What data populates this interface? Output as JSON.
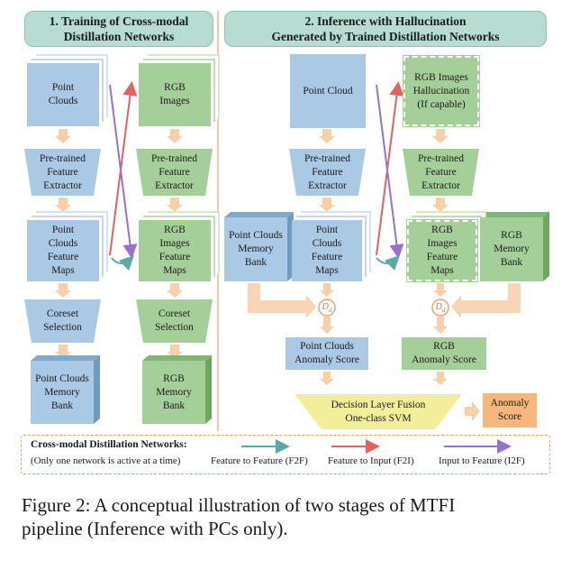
{
  "stage1": {
    "title": "1. Training of Cross-modal\nDistillation Networks",
    "pc": "Point\nClouds",
    "rgb": "RGB\nImages",
    "pc_extractor": "Pre-trained\nFeature\nExtractor",
    "rgb_extractor": "Pre-trained\nFeature\nExtractor",
    "pc_maps": "Point\nClouds\nFeature\nMaps",
    "rgb_maps": "RGB\nImages\nFeature\nMaps",
    "pc_coreset": "Coreset\nSelection",
    "rgb_coreset": "Coreset\nSelection",
    "pc_bank": "Point Clouds\nMemory\nBank",
    "rgb_bank": "RGB\nMemory\nBank"
  },
  "stage2": {
    "title": "2. Inference with Hallucination\nGenerated by Trained Distillation Networks",
    "pc": "Point Cloud",
    "rgb_halluc": "RGB Images\nHallucination\n(If capable)",
    "pc_extractor": "Pre-trained\nFeature\nExtractor",
    "rgb_extractor": "Pre-trained\nFeature\nExtractor",
    "pc_bank": "Point Clouds\nMemory\nBank",
    "pc_maps": "Point\nClouds\nFeature\nMaps",
    "rgb_maps": "RGB\nImages\nFeature\nMaps",
    "rgb_bank": "RGB\nMemory\nBank",
    "dist_symbol": "D",
    "dist_sub": "d",
    "pc_score": "Point Clouds\nAnomaly Score",
    "rgb_score": "RGB\nAnomaly Score",
    "fusion": "Decision Layer Fusion\nOne-class SVM",
    "anomaly": "Anomaly\nScore"
  },
  "legend": {
    "title": "Cross-modal Distillation Networks:",
    "subtitle": "(Only one network is active at a time)",
    "f2f": "Feature to Feature (F2F)",
    "f2i": "Feature to Input (F2I)",
    "i2f": "Input to Feature (I2F)"
  },
  "caption": "Figure 2: A conceptual illustration of two stages of MTFI\npipeline (Inference with PCs only).",
  "colors": {
    "header": "#b7dcd2",
    "blue": "#a9c9e4",
    "green": "#a5cf98",
    "arrow_down": "#f7cfa8",
    "fusion": "#f3ee9a",
    "anomaly": "#f7b77c",
    "f2f": "#5aa9a6",
    "f2i": "#e2635c",
    "i2f": "#9b6fd0"
  }
}
